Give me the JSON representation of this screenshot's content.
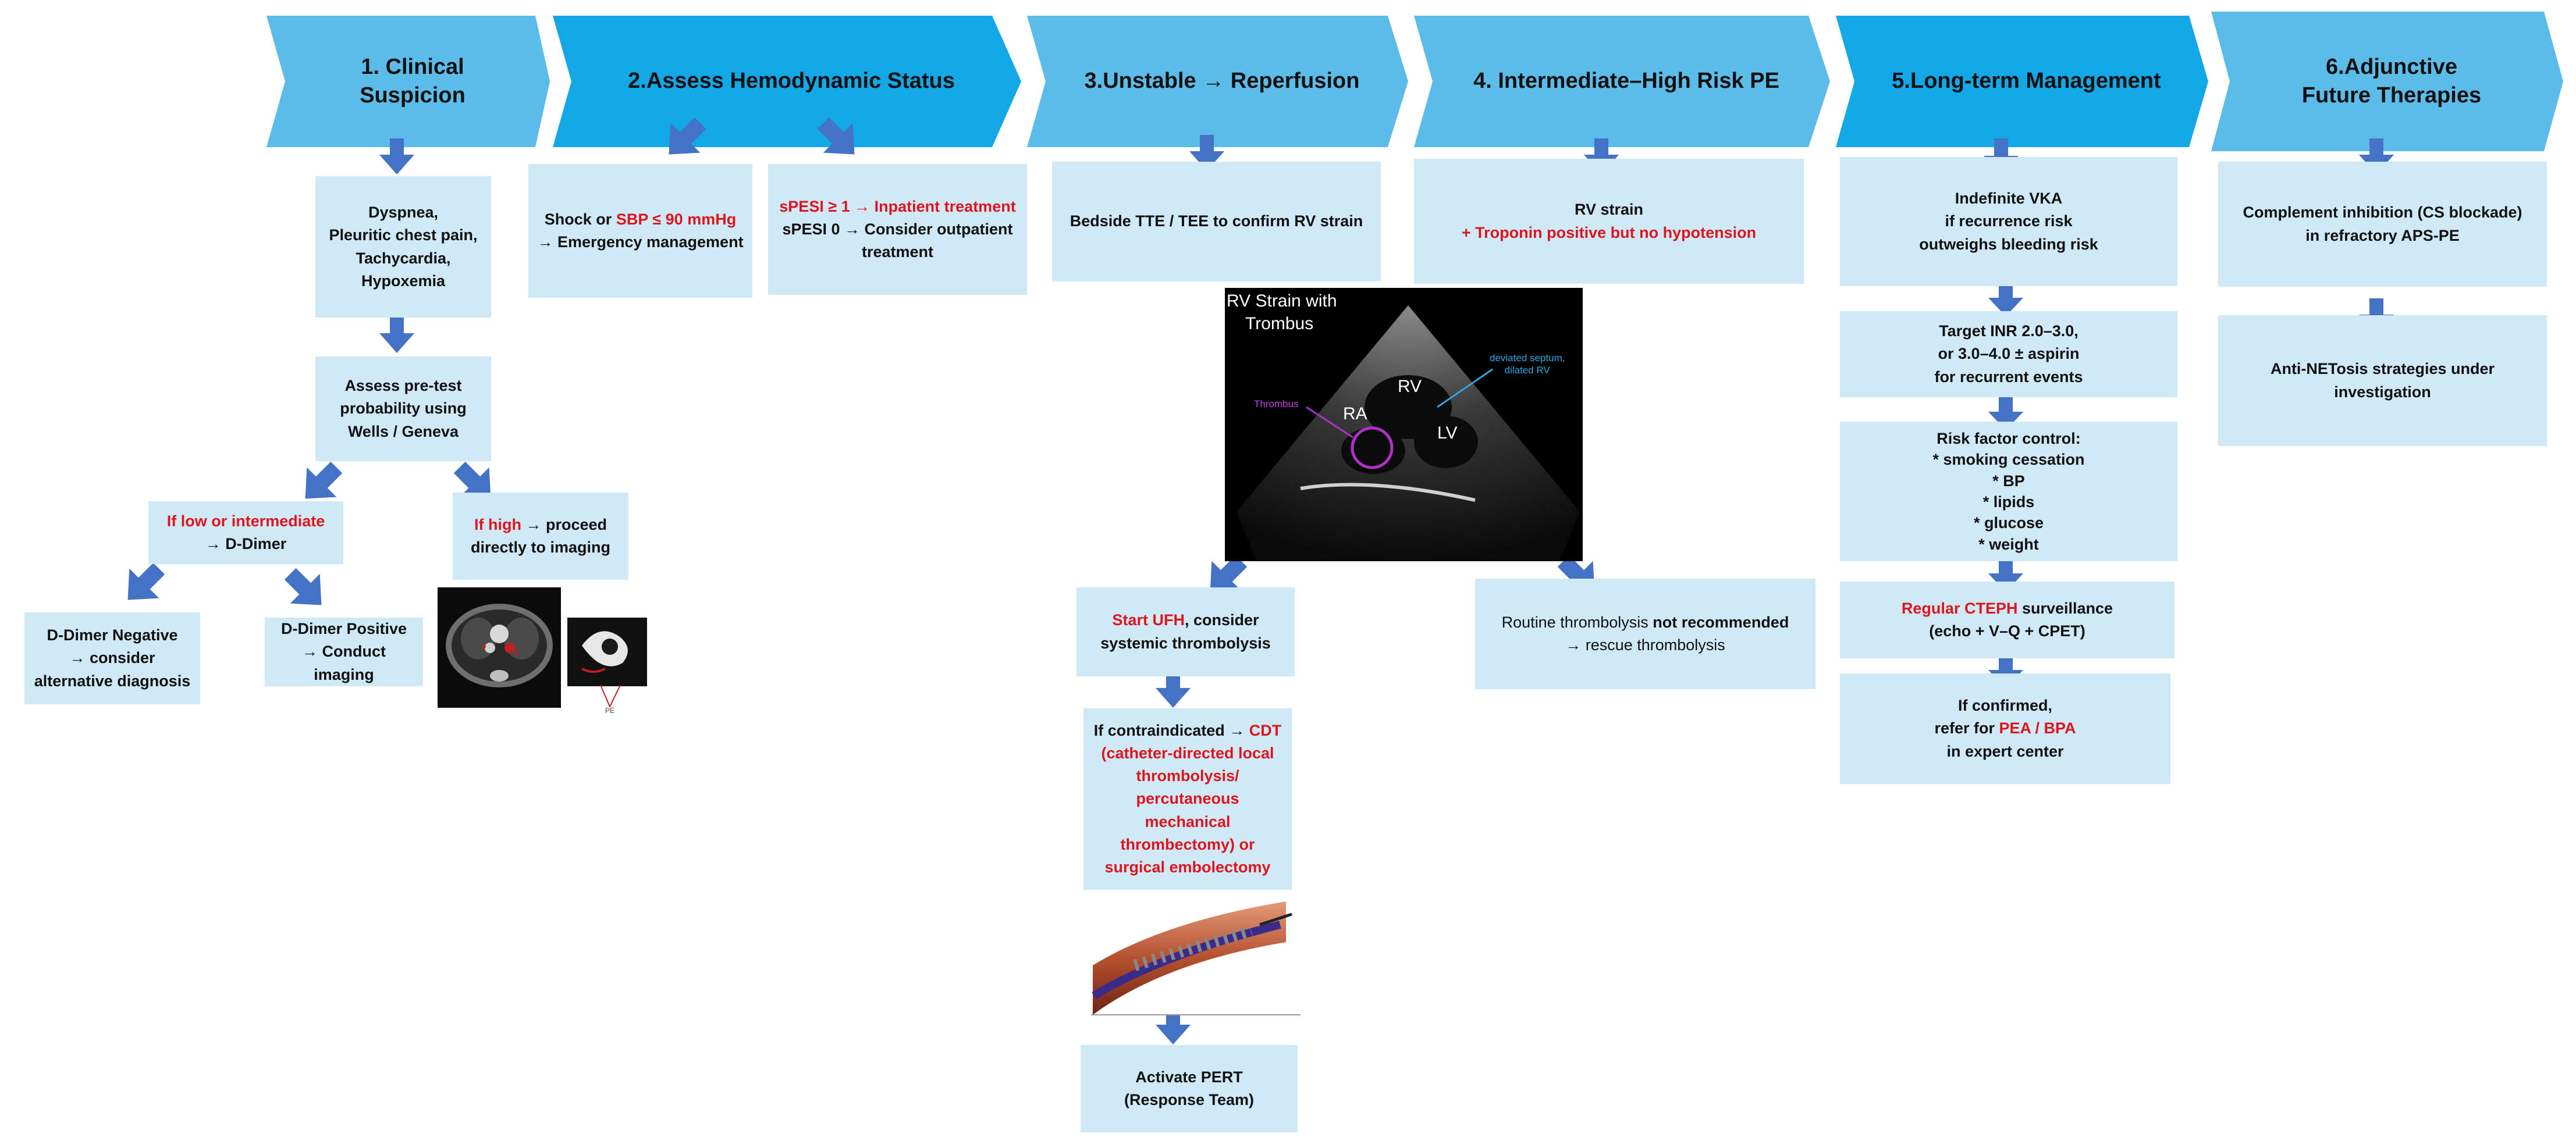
{
  "colors": {
    "header_light": "#5bbcea",
    "header_dark": "#12a7e6",
    "box": "#cfe9f6",
    "arrow": "#4472c4",
    "red": "#e0141c"
  },
  "headers": {
    "h1": "1. Clinical Suspicion",
    "h2": "2.Assess Hemodynamic Status",
    "h3": "3.Unstable → Reperfusion",
    "h4": "4. Intermediate–High Risk PE",
    "h5": "5.Long-term Management",
    "h6a": "6.Adjunctive",
    "h6b": "Future Therapies"
  },
  "col1": {
    "symptoms": [
      "Dyspnea,",
      "Pleuritic chest pain,",
      "Tachycardia,",
      "Hypoxemia"
    ],
    "pretest": [
      "Assess pre-test",
      "probability using",
      "Wells / Geneva"
    ],
    "low_red": "If low or intermediate",
    "low_rest": "→ D-Dimer",
    "high_red": "If high",
    "high_rest1": " → proceed",
    "high_rest2": "directly to imaging",
    "neg": [
      "D-Dimer  Negative",
      "→ consider",
      "alternative diagnosis"
    ],
    "pos": [
      "D-Dimer  Positive",
      "→ Conduct imaging"
    ],
    "ct_label": "PE"
  },
  "col2": {
    "shock_pre": "Shock or ",
    "shock_red": "SBP ≤ 90 mmHg",
    "shock_rest": "→ Emergency management",
    "spesi_red": "sPESI ≥ 1 → Inpatient treatment",
    "spesi0_a": "sPESI 0 → Consider outpatient",
    "spesi0_b": "treatment"
  },
  "col3": {
    "tte": "Bedside TTE / TEE to confirm RV strain",
    "echo_title1": "RV Strain with",
    "echo_title2": "Trombus",
    "echo_rv": "RV",
    "echo_ra": "RA",
    "echo_lv": "LV",
    "echo_thrombus": "Thrombus",
    "echo_septum1": "deviated septum,",
    "echo_septum2": "dilated RV",
    "ufh_red": "Start UFH",
    "ufh_rest1": ", consider",
    "ufh_rest2": "systemic thrombolysis",
    "cdt_pre": "If contraindicated → ",
    "cdt_red1": "CDT",
    "cdt_red_lines": [
      "(catheter-directed local",
      "thrombolysis/",
      "percutaneous mechanical",
      "thrombectomy) or",
      "surgical embolectomy"
    ],
    "pert": [
      "Activate PERT",
      "(Response Team)"
    ]
  },
  "col4": {
    "rv": "RV strain",
    "trop_red": "+ Troponin positive  but no hypotension",
    "routine_pre": "Routine thrombolysis ",
    "routine_bold": "not recommended",
    "routine_rest": "→ rescue thrombolysis"
  },
  "col5": {
    "vka": [
      "Indefinite VKA",
      "if recurrence risk",
      "outweighs bleeding risk"
    ],
    "inr": [
      "Target INR 2.0–3.0,",
      "or 3.0–4.0 ± aspirin",
      "for recurrent  events"
    ],
    "risk": [
      "Risk factor control:",
      "* smoking cessation",
      "* BP",
      "* lipids",
      "* glucose",
      "* weight"
    ],
    "cteph_red": "Regular CTEPH",
    "cteph_rest": " surveillance",
    "cteph_b": "(echo + V–Q + CPET)",
    "confirmed_a": "If confirmed,",
    "confirmed_b": "refer for ",
    "confirmed_red": "PEA / BPA",
    "confirmed_c": "in expert center"
  },
  "col6": {
    "complement": [
      "Complement inhibition (CS blockade)",
      "in refractory APS-PE"
    ],
    "netosis": [
      "Anti-NETosis strategies under",
      "investigation"
    ]
  }
}
